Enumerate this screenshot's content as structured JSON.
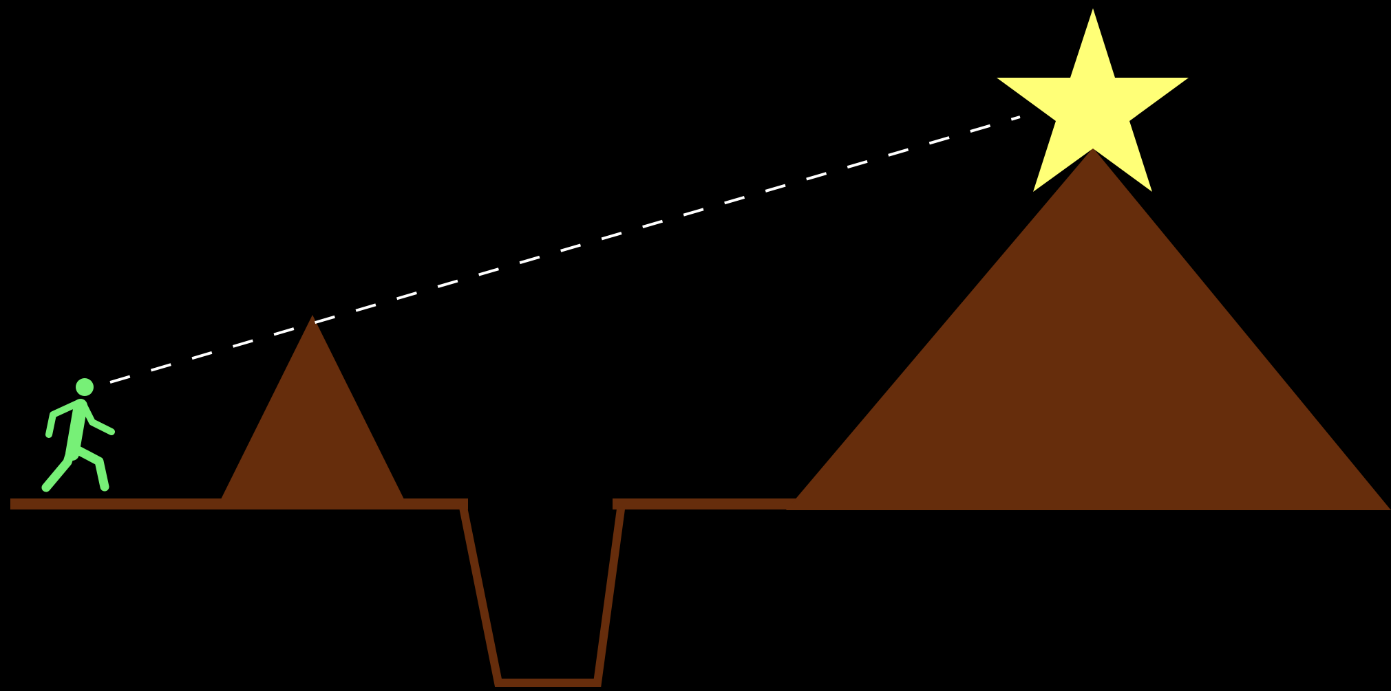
{
  "diagram": {
    "background_color": "#000000",
    "terrain_color": "#662d0c",
    "walker_color": "#77f077",
    "star_color": "#ffff77",
    "sightline_color": "#ffffff",
    "elements": [
      {
        "name": "walker-figure-icon",
        "icon": "person-walking"
      },
      {
        "name": "small-hill",
        "icon": "triangle"
      },
      {
        "name": "large-mountain",
        "icon": "triangle"
      },
      {
        "name": "ground-pit",
        "icon": "trench"
      },
      {
        "name": "summit-star-icon",
        "icon": "star"
      },
      {
        "name": "line-of-sight",
        "icon": "dashed-line"
      }
    ]
  }
}
